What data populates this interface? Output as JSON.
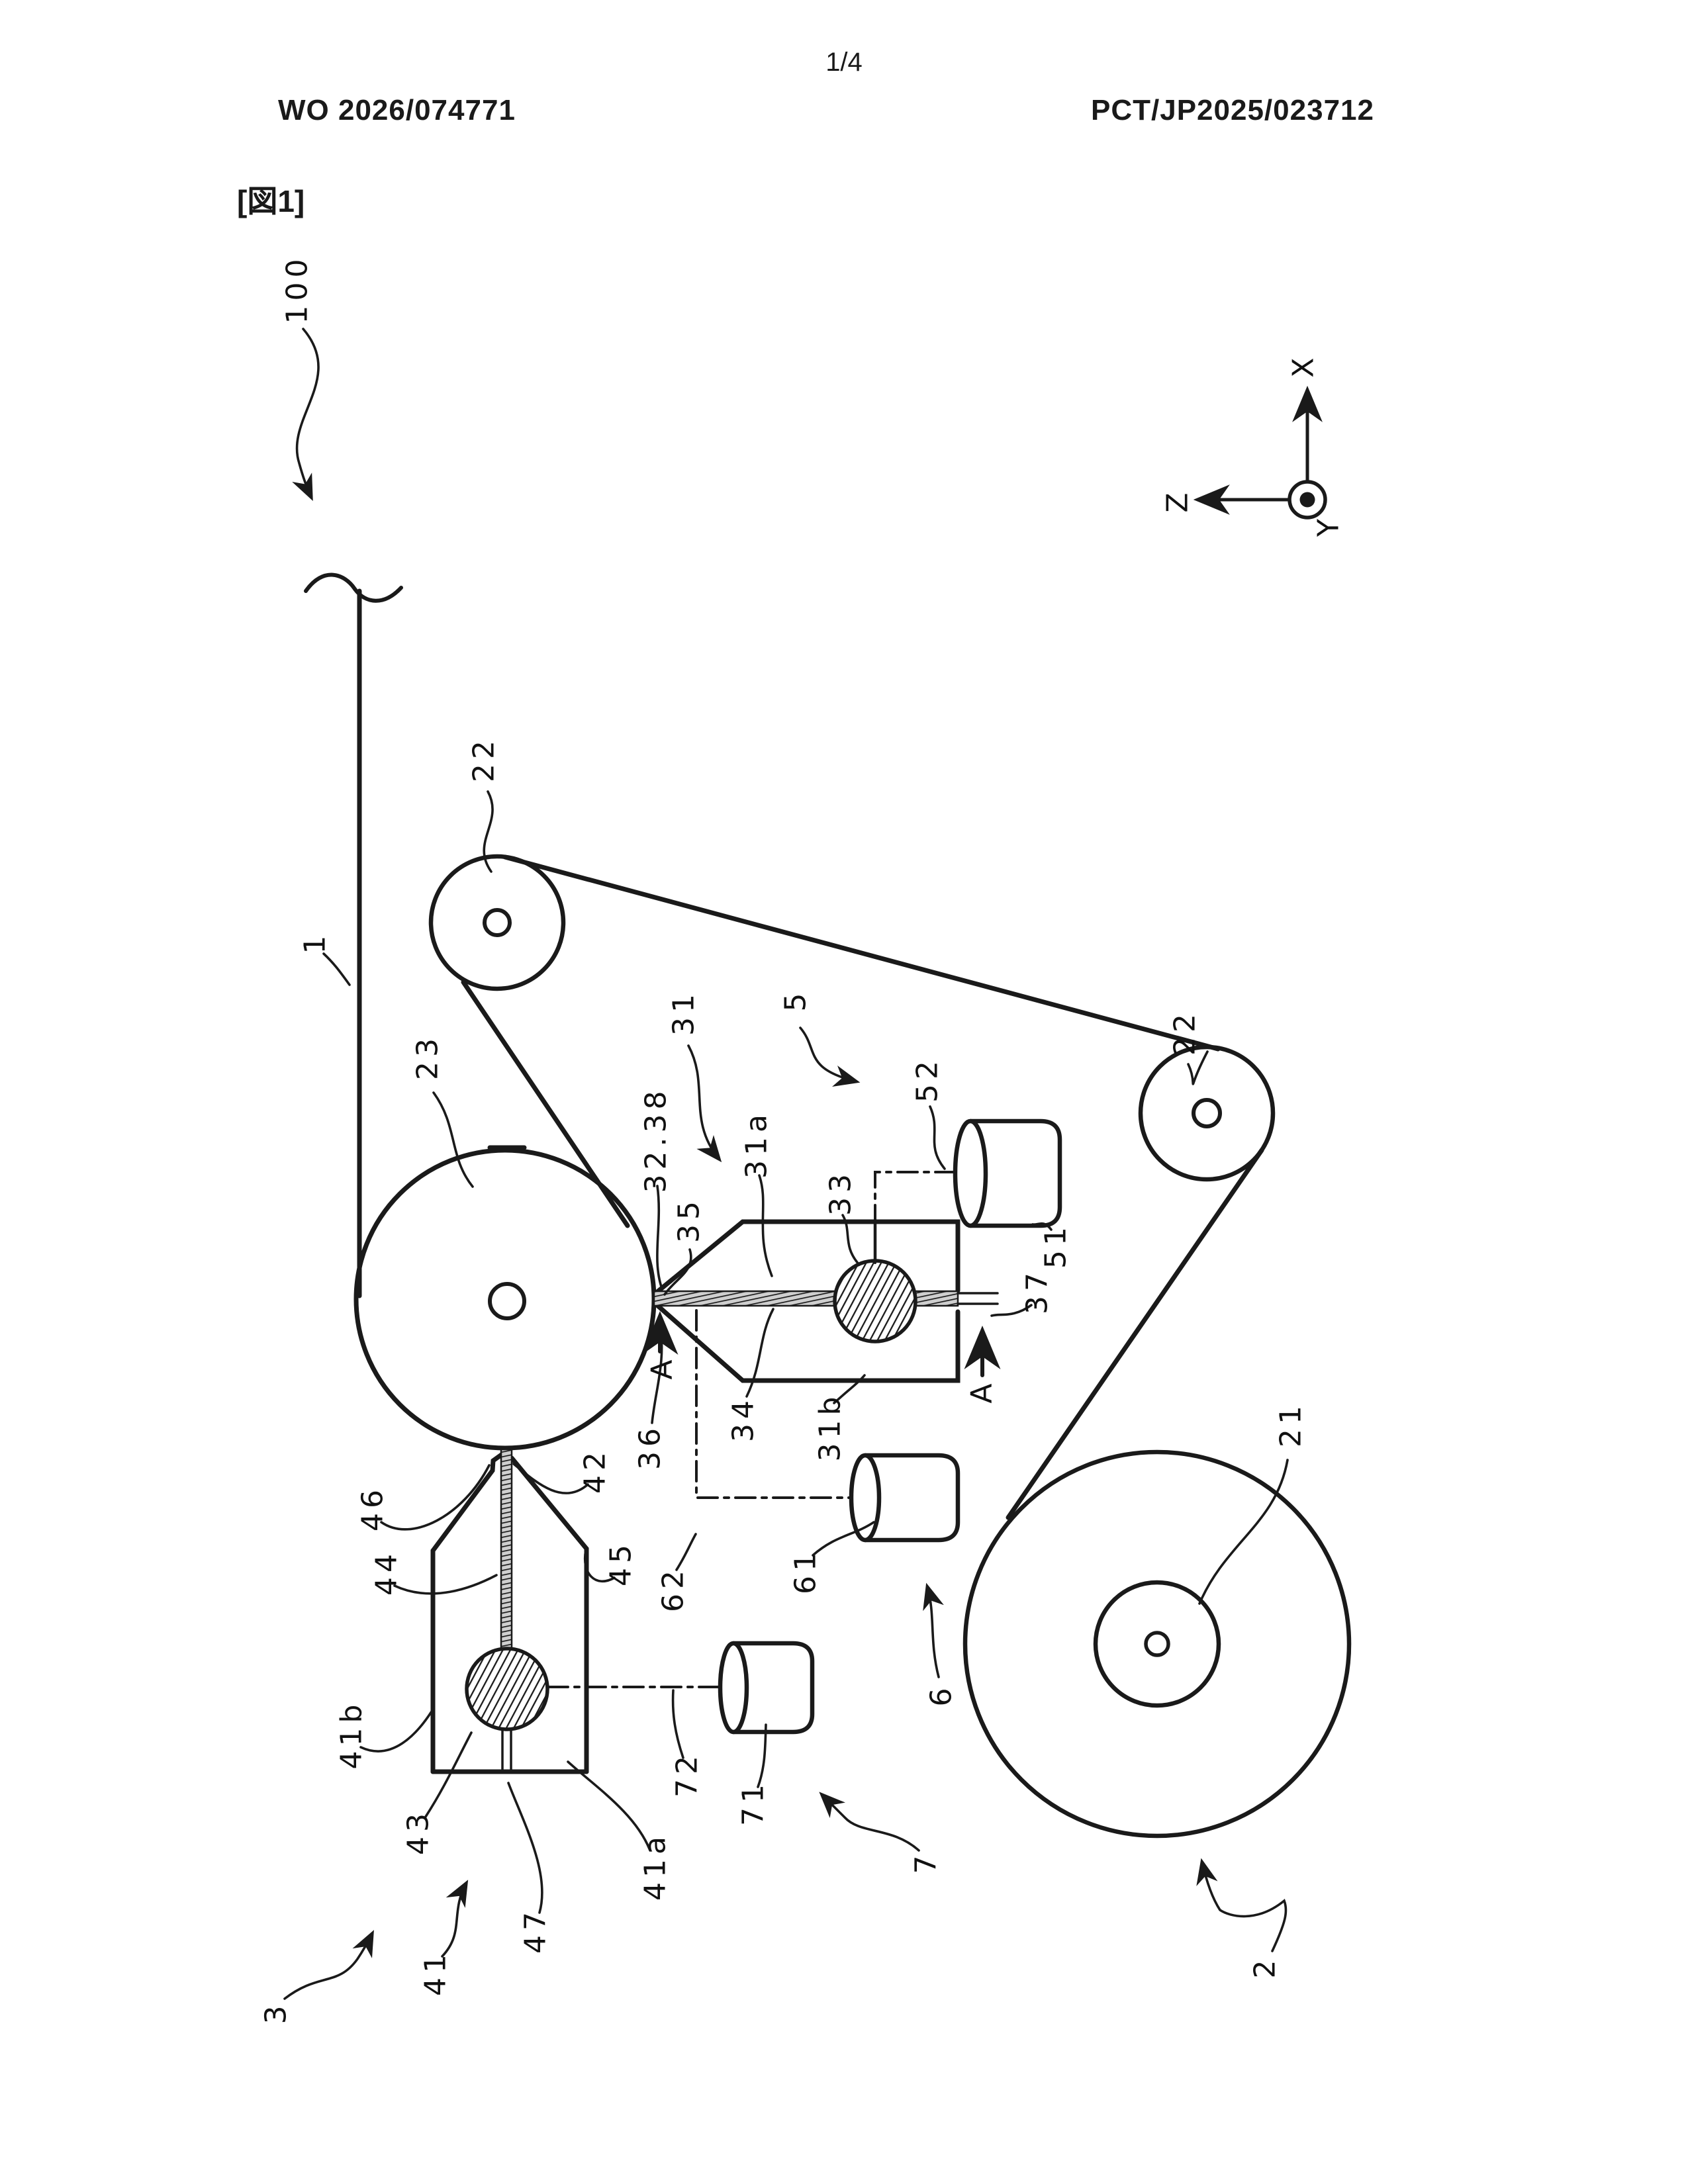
{
  "page": {
    "page_number": "1/4",
    "publication_number": "WO 2026/074771",
    "application_number": "PCT/JP2025/023712",
    "figure_label": "[図1]"
  },
  "axes": {
    "x": "X",
    "y": "Y",
    "z": "Z"
  },
  "ref_labels": {
    "n100": "100",
    "n1": "1",
    "n2": "2",
    "n3": "3",
    "n5": "5",
    "n6": "6",
    "n7": "7",
    "n21": "21",
    "n22_left": "22",
    "n22_right": "22",
    "n23": "23",
    "n31": "31",
    "n31a": "31a",
    "n31b": "31b",
    "n32_38": "32.38",
    "n33": "33",
    "n34": "34",
    "n35": "35",
    "n36": "36",
    "n37": "37",
    "n41": "41",
    "n41a": "41a",
    "n41b": "41b",
    "n42": "42",
    "n43": "43",
    "n44": "44",
    "n45": "45",
    "n46": "46",
    "n47": "47",
    "n51": "51",
    "n52": "52",
    "n61": "61",
    "n62": "62",
    "n71": "71",
    "n72": "72",
    "section_a_left": "A",
    "section_a_right": "A"
  },
  "colors": {
    "ink": "#1a1a1a",
    "paper": "#ffffff"
  }
}
